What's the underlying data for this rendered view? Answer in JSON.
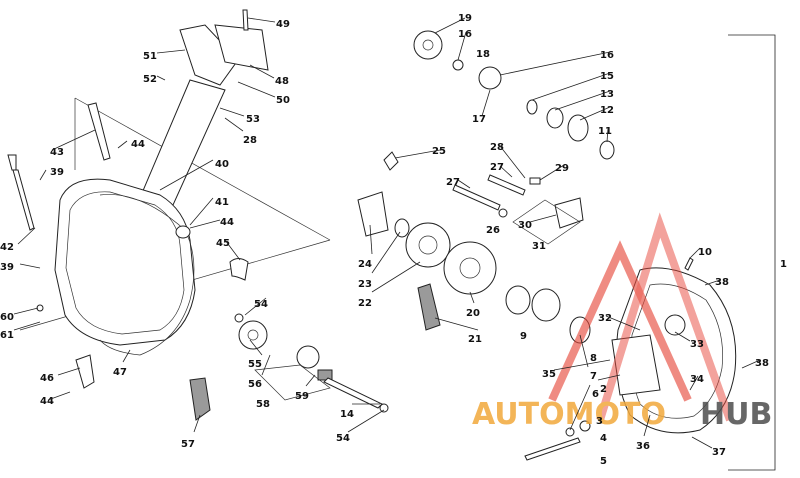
{
  "labels": [
    {
      "text": "1"
    },
    {
      "text": "2"
    },
    {
      "text": "3"
    },
    {
      "text": "4"
    },
    {
      "text": "5"
    },
    {
      "text": "6"
    },
    {
      "text": "7"
    },
    {
      "text": "8"
    },
    {
      "text": "9"
    },
    {
      "text": "10"
    },
    {
      "text": "11"
    },
    {
      "text": "12"
    },
    {
      "text": "13"
    },
    {
      "text": "14"
    },
    {
      "text": "15"
    },
    {
      "text": "16"
    },
    {
      "text": "16"
    },
    {
      "text": "17"
    },
    {
      "text": "18"
    },
    {
      "text": "19"
    },
    {
      "text": "20"
    },
    {
      "text": "21"
    },
    {
      "text": "22"
    },
    {
      "text": "23"
    },
    {
      "text": "24"
    },
    {
      "text": "25"
    },
    {
      "text": "26"
    },
    {
      "text": "27"
    },
    {
      "text": "27"
    },
    {
      "text": "28"
    },
    {
      "text": "28"
    },
    {
      "text": "29"
    },
    {
      "text": "30"
    },
    {
      "text": "31"
    },
    {
      "text": "32"
    },
    {
      "text": "33"
    },
    {
      "text": "34"
    },
    {
      "text": "35"
    },
    {
      "text": "36"
    },
    {
      "text": "37"
    },
    {
      "text": "38"
    },
    {
      "text": "38"
    },
    {
      "text": "39"
    },
    {
      "text": "39"
    },
    {
      "text": "40"
    },
    {
      "text": "41"
    },
    {
      "text": "42"
    },
    {
      "text": "43"
    },
    {
      "text": "44"
    },
    {
      "text": "44"
    },
    {
      "text": "44"
    },
    {
      "text": "45"
    },
    {
      "text": "46"
    },
    {
      "text": "47"
    },
    {
      "text": "48"
    },
    {
      "text": "49"
    },
    {
      "text": "50"
    },
    {
      "text": "51"
    },
    {
      "text": "52"
    },
    {
      "text": "53"
    },
    {
      "text": "54"
    },
    {
      "text": "54"
    },
    {
      "text": "55"
    },
    {
      "text": "56"
    },
    {
      "text": "57"
    },
    {
      "text": "58"
    },
    {
      "text": "59"
    },
    {
      "text": "60"
    },
    {
      "text": "61"
    }
  ],
  "watermark": {
    "text_left": "AUTOMOTO",
    "text_right": "HUB",
    "color_red": "#e64a3c",
    "color_orange": "#f2a93b",
    "color_gray": "#4d4d4d"
  }
}
